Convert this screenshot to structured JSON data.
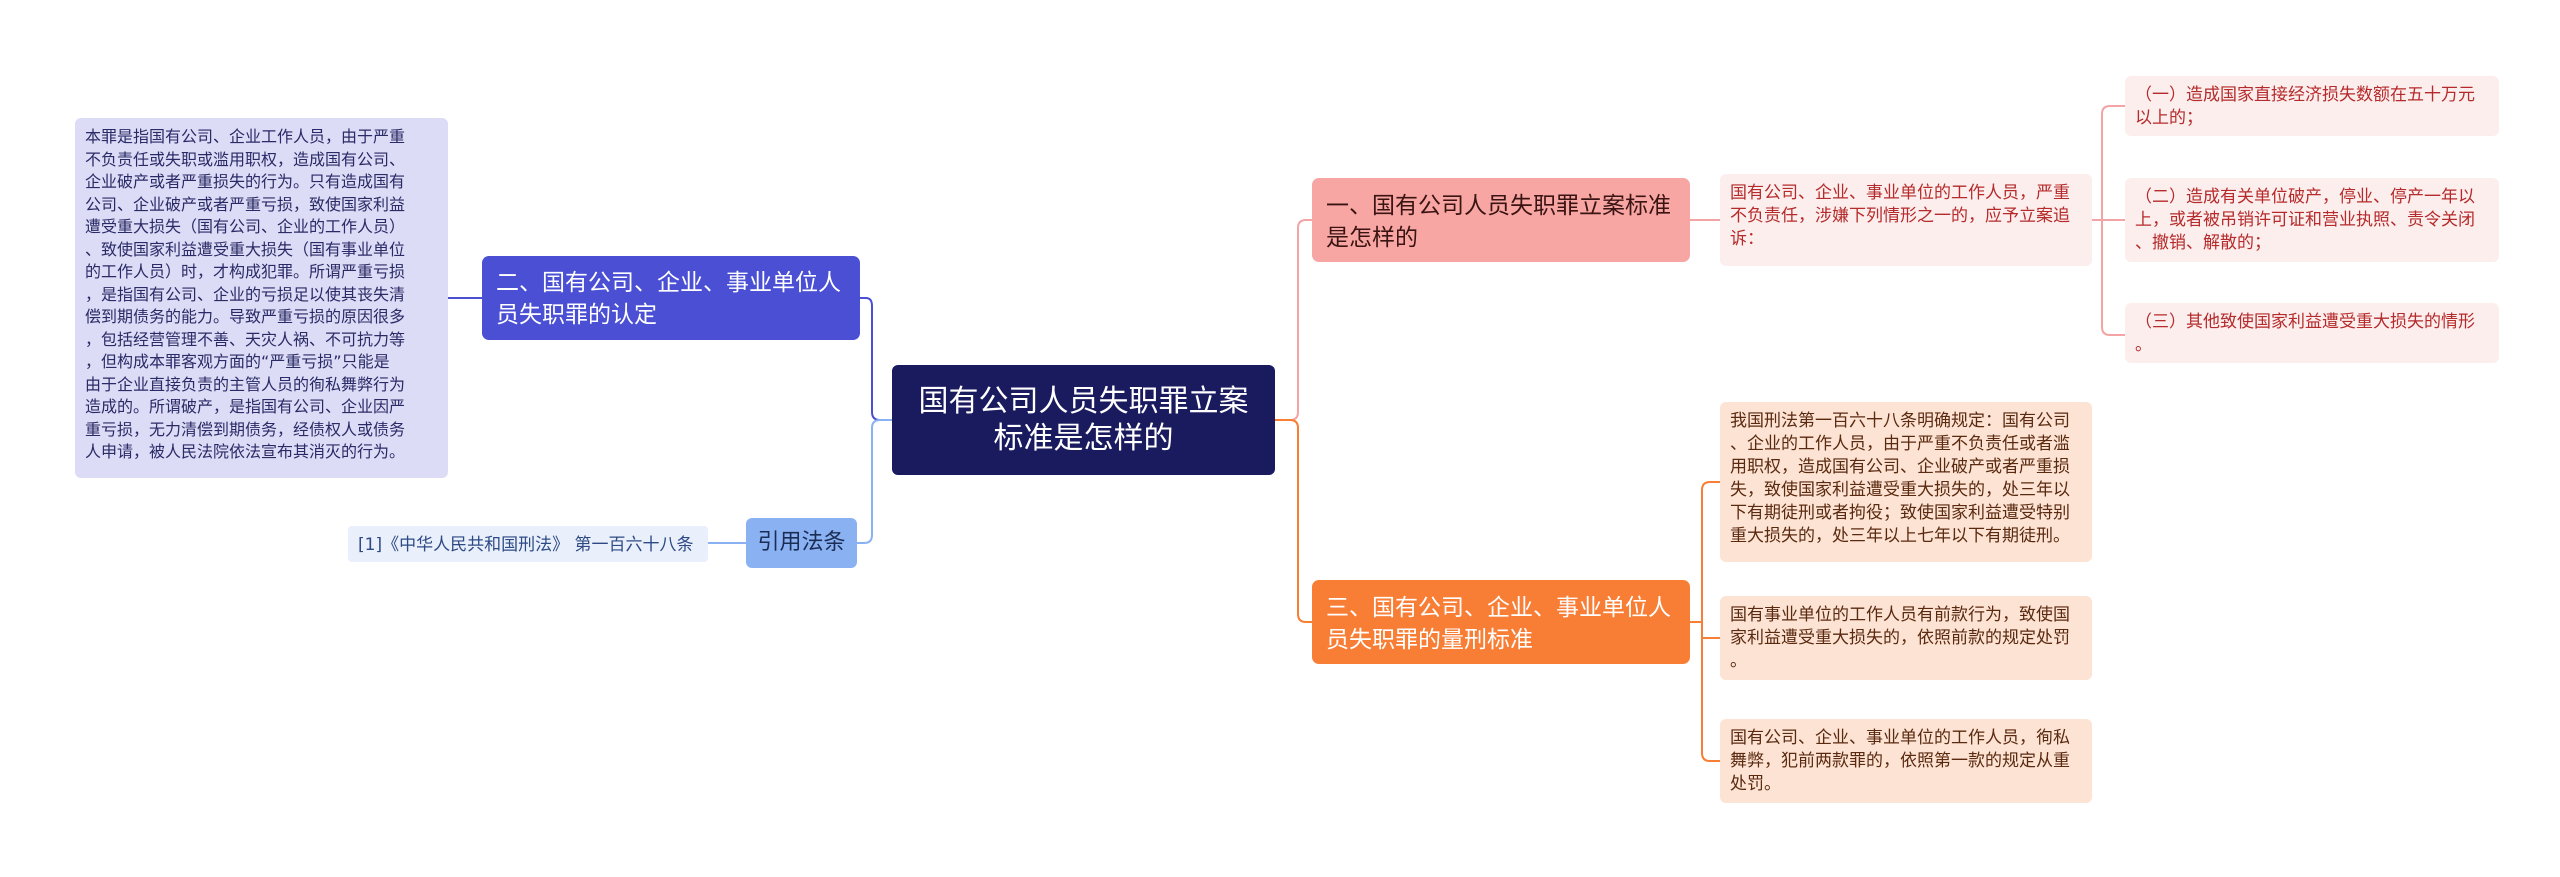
{
  "root": {
    "title": "国有公司人员失职罪立案\n标准是怎样的"
  },
  "branches": {
    "b1": {
      "label": "一、国有公司人员失职罪立案标准\n是怎样的"
    },
    "b2": {
      "label": "二、国有公司、企业、事业单位人\n员失职罪的认定"
    },
    "b3": {
      "label": "三、国有公司、企业、事业单位人\n员失职罪的量刑标准"
    },
    "cite": {
      "label": "引用法条"
    }
  },
  "leaves": {
    "l1": "国有公司、企业、事业单位的工作人员，严重\n不负责任，涉嫌下列情形之一的，应予立案追\n诉：",
    "l2": "（一）造成国家直接经济损失数额在五十万元\n以上的；",
    "l3": "（二）造成有关单位破产，停业、停产一年以\n上，或者被吊销许可证和营业执照、责令关闭\n、撤销、解散的；",
    "l4": "（三）其他致使国家利益遭受重大损失的情形\n。",
    "l5": "我国刑法第一百六十八条明确规定：国有公司\n、企业的工作人员，由于严重不负责任或者滥\n用职权，造成国有公司、企业破产或者严重损\n失，致使国家利益遭受重大损失的，处三年以\n下有期徒刑或者拘役；致使国家利益遭受特别\n重大损失的，处三年以上七年以下有期徒刑。",
    "l6": "国有事业单位的工作人员有前款行为，致使国\n家利益遭受重大损失的，依照前款的规定处罚\n。",
    "l7": "国有公司、企业、事业单位的工作人员，徇私\n舞弊，犯前两款罪的，依照第一款的规定从重\n处罚。",
    "l8": "本罪是指国有公司、企业工作人员，由于严重\n不负责任或失职或滥用职权，造成国有公司、\n企业破产或者严重损失的行为。只有造成国有\n公司、企业破产或者严重亏损，致使国家利益\n遭受重大损失（国有公司、企业的工作人员）\n、致使国家利益遭受重大损失（国有事业单位\n的工作人员）时，才构成犯罪。所谓严重亏损\n，是指国有公司、企业的亏损足以使其丧失清\n偿到期债务的能力。导致严重亏损的原因很多\n，包括经营管理不善、天灾人祸、不可抗力等\n，但构成本罪客观方面的“严重亏损”只能是\n由于企业直接负责的主管人员的徇私舞弊行为\n造成的。所谓破产，是指国有公司、企业因严\n重亏损，无力清偿到期债务，经债权人或债务\n人申请，被人民法院依法宣布其消灭的行为。",
    "l9": "[1]《中华人民共和国刑法》 第一百六十八条"
  },
  "colors": {
    "root": "#1a1a5e",
    "branch1": "#f7a6a3",
    "branch2": "#4a4fd4",
    "branch3": "#f97e35",
    "cite": "#8ab2f2",
    "line_pink": "#f4a4a4",
    "line_orange": "#f97e35",
    "line_blue": "#4a4fd4",
    "line_lightblue": "#8ab2f2"
  }
}
